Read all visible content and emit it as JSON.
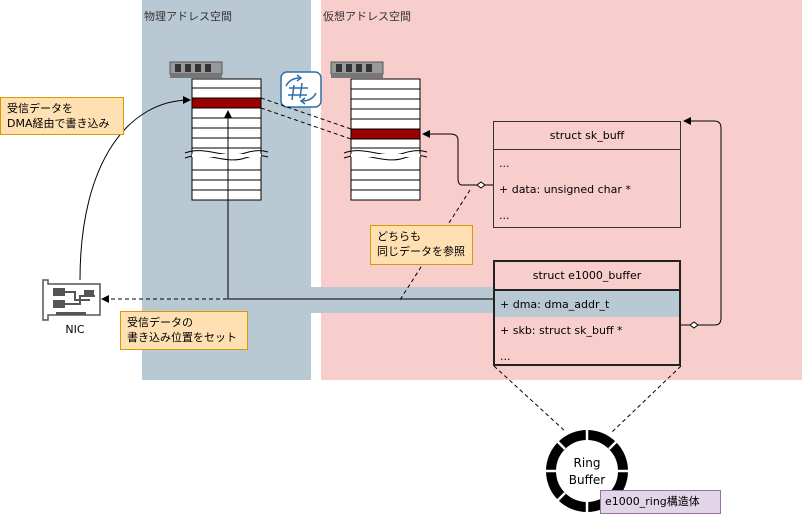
{
  "regions": {
    "physical": "物理アドレス空間",
    "virtual": "仮想アドレス空間"
  },
  "sk_buff": {
    "title": "struct sk_buff",
    "rows": [
      "...",
      "+ data: unsigned char *",
      "..."
    ]
  },
  "e1000_buffer": {
    "title": "struct e1000_buffer",
    "rows": [
      "+ dma: dma_addr_t",
      "+ skb: struct sk_buff *",
      "..."
    ]
  },
  "ring": {
    "line1": "Ring",
    "line2": "Buffer"
  },
  "notes": {
    "dma_write_1": "受信データを",
    "dma_write_2": "DMA経由で書き込み",
    "same_data_1": "どちらも",
    "same_data_2": "同じデータを参照",
    "set_pos_1": "受信データの",
    "set_pos_2": "書き込み位置をセット",
    "ring_struct": "e1000_ring構造体"
  },
  "nic_label": "NIC",
  "colors": {
    "physical_bg": "#b9c9d3",
    "virtual_bg": "#f8cecc",
    "highlight_row": "#990000",
    "note_bg": "#ffe0b2",
    "note_border": "#d79b00",
    "purple_bg": "#e1d5e7",
    "purple_border": "#9673a6"
  }
}
